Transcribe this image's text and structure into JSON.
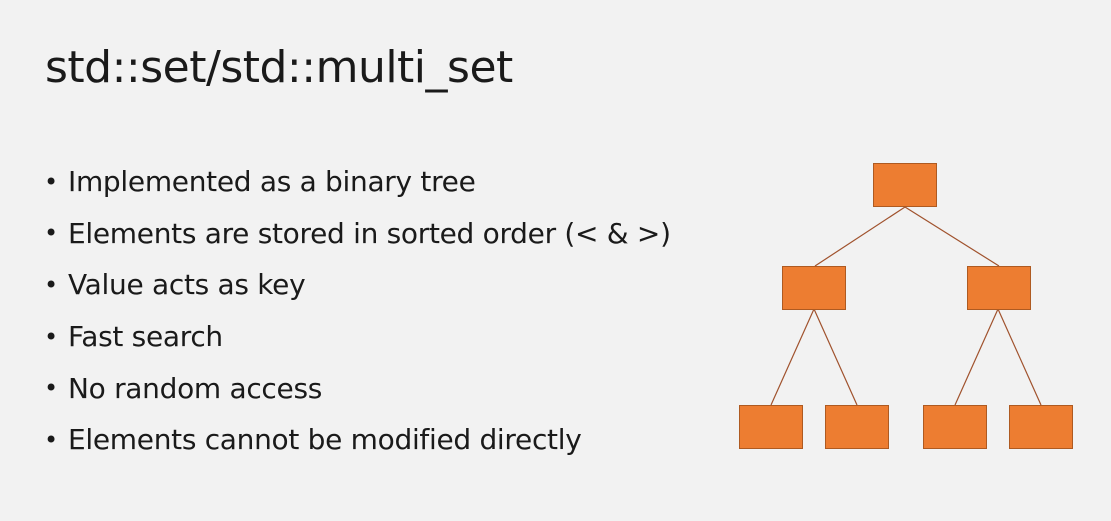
{
  "slide": {
    "title": "std::set/std::multi_set",
    "bullets": [
      "Implemented as a binary tree",
      "Elements are stored in sorted order (< & >)",
      "Value acts as key",
      "Fast search",
      "No random access",
      "Elements cannot be modified directly"
    ],
    "bullet_glyph": "•"
  },
  "diagram": {
    "node_color": "#ed7d31",
    "edge_color": "#a0522d"
  }
}
